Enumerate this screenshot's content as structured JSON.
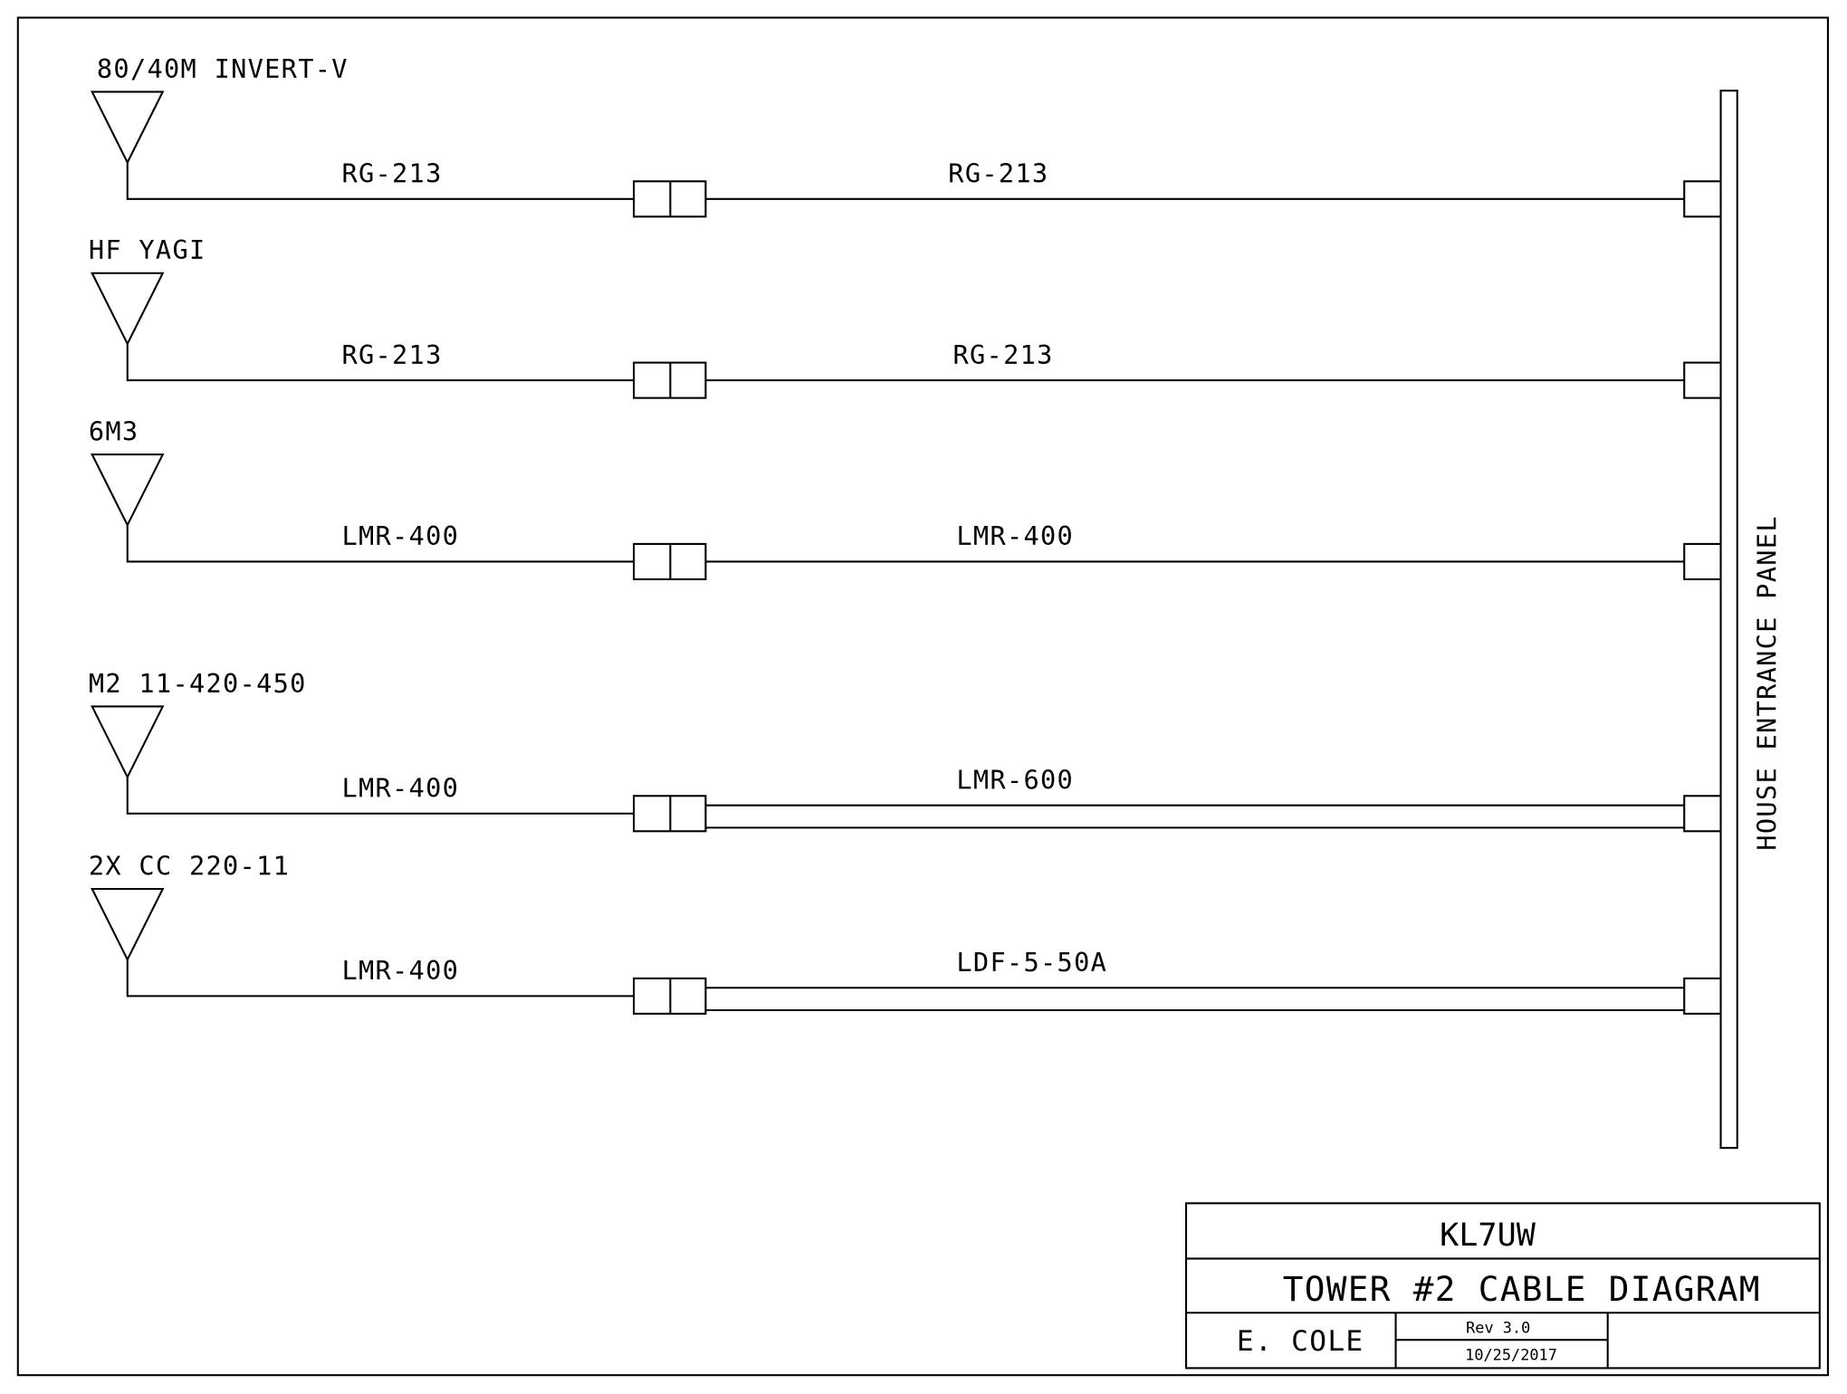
{
  "colors": {
    "line": "#000000",
    "background": "#ffffff"
  },
  "panel_label": "HOUSE ENTRANCE PANEL",
  "runs": [
    {
      "antenna": "80/40M INVERT-V",
      "tower_cable": "RG-213",
      "house_cable": "RG-213",
      "house_cable_style": "single"
    },
    {
      "antenna": "HF YAGI",
      "tower_cable": "RG-213",
      "house_cable": "RG-213",
      "house_cable_style": "single"
    },
    {
      "antenna": "6M3",
      "tower_cable": "LMR-400",
      "house_cable": "LMR-400",
      "house_cable_style": "single"
    },
    {
      "antenna": "M2 11-420-450",
      "tower_cable": "LMR-400",
      "house_cable": "LMR-600",
      "house_cable_style": "double"
    },
    {
      "antenna": "2X CC 220-11",
      "tower_cable": "LMR-400",
      "house_cable": "LDF-5-50A",
      "house_cable_style": "double"
    }
  ],
  "title_block": {
    "callsign": "KL7UW",
    "title": "TOWER #2 CABLE DIAGRAM",
    "author": "E. COLE",
    "revision": "Rev 3.0",
    "date": "10/25/2017"
  }
}
